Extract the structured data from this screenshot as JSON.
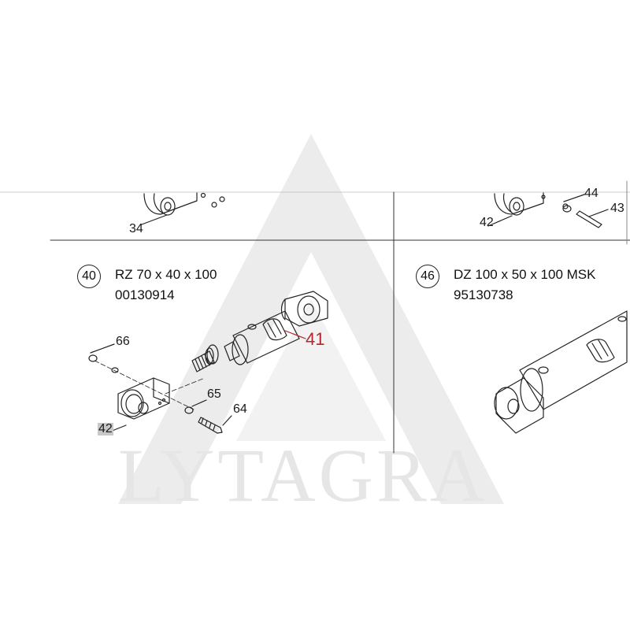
{
  "panels": {
    "left": {
      "circle_number": "40",
      "title_line1": "RZ 70 x 40 x 100",
      "title_line2": "00130914"
    },
    "right": {
      "circle_number": "46",
      "title_line1": "DZ 100 x 50 x 100 MSK",
      "title_line2": "95130738"
    }
  },
  "callouts": {
    "top_left": "34",
    "top_right_42": "42",
    "top_right_44": "44",
    "top_right_43": "43",
    "part_41": "41",
    "part_66": "66",
    "part_65": "65",
    "part_64": "64",
    "part_42": "42"
  },
  "watermark": {
    "text": "LYTAGRA"
  },
  "colors": {
    "line": "#222222",
    "highlight_red": "#b3262b",
    "watermark": "#e6e6e6"
  }
}
